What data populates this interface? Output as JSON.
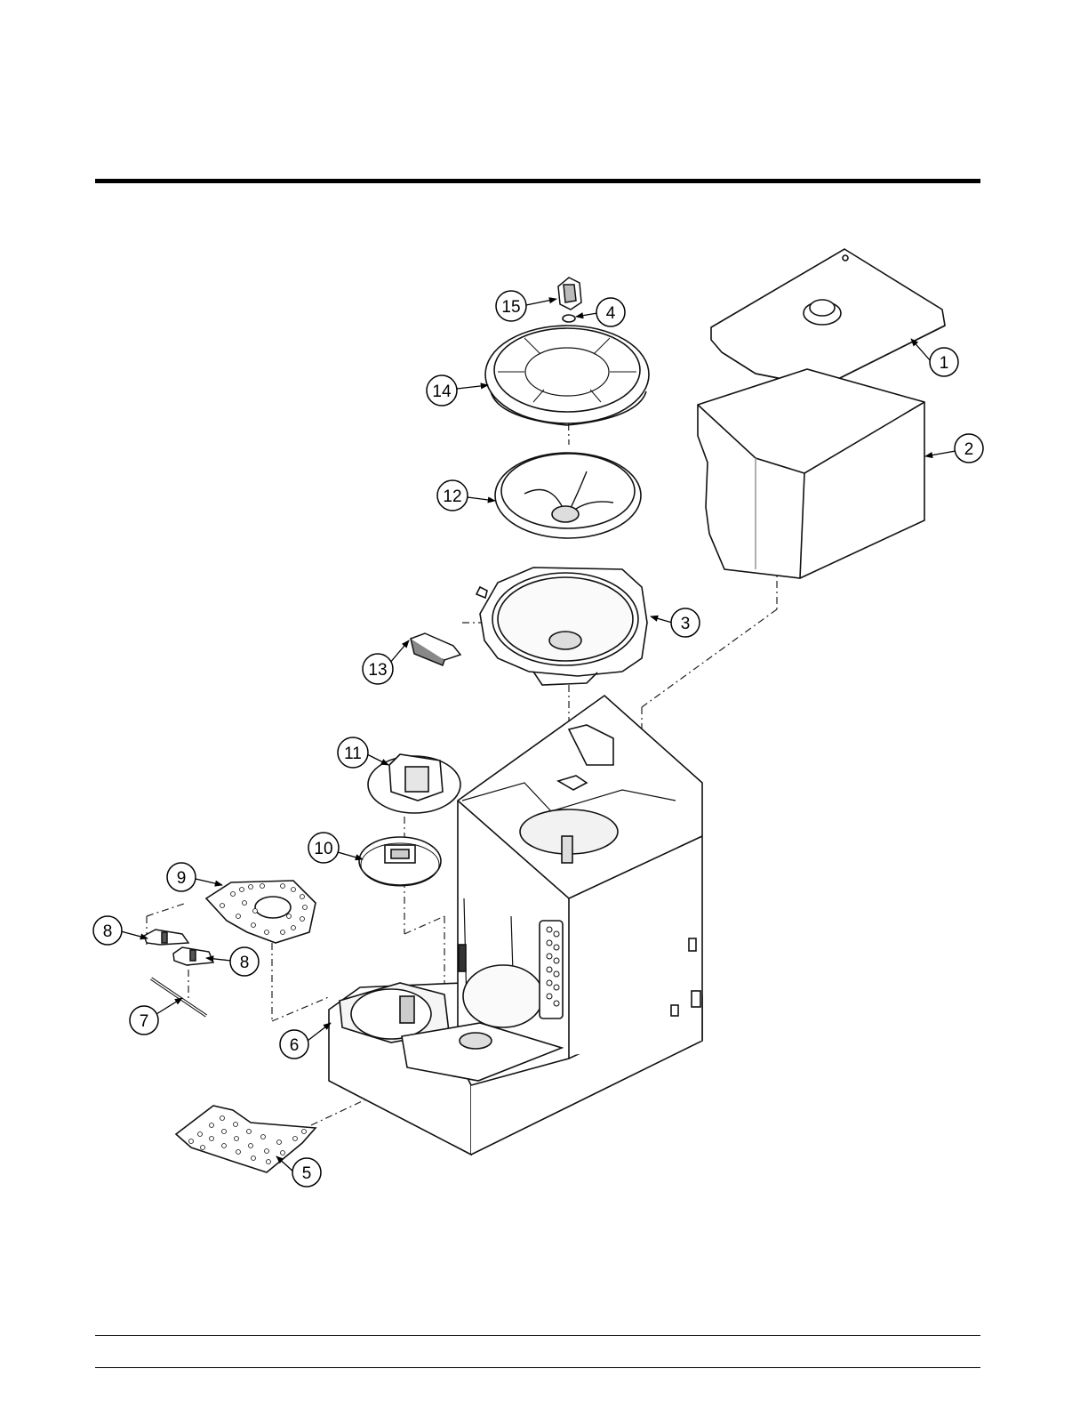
{
  "callouts": [
    {
      "id": "1",
      "label": "1"
    },
    {
      "id": "2",
      "label": "2"
    },
    {
      "id": "3",
      "label": "3"
    },
    {
      "id": "4",
      "label": "4"
    },
    {
      "id": "5",
      "label": "5"
    },
    {
      "id": "6",
      "label": "6"
    },
    {
      "id": "7",
      "label": "7"
    },
    {
      "id": "8a",
      "label": "8"
    },
    {
      "id": "8b",
      "label": "8"
    },
    {
      "id": "9",
      "label": "9"
    },
    {
      "id": "10",
      "label": "10"
    },
    {
      "id": "11",
      "label": "11"
    },
    {
      "id": "12",
      "label": "12"
    },
    {
      "id": "13",
      "label": "13"
    },
    {
      "id": "14",
      "label": "14"
    },
    {
      "id": "15",
      "label": "15"
    }
  ]
}
